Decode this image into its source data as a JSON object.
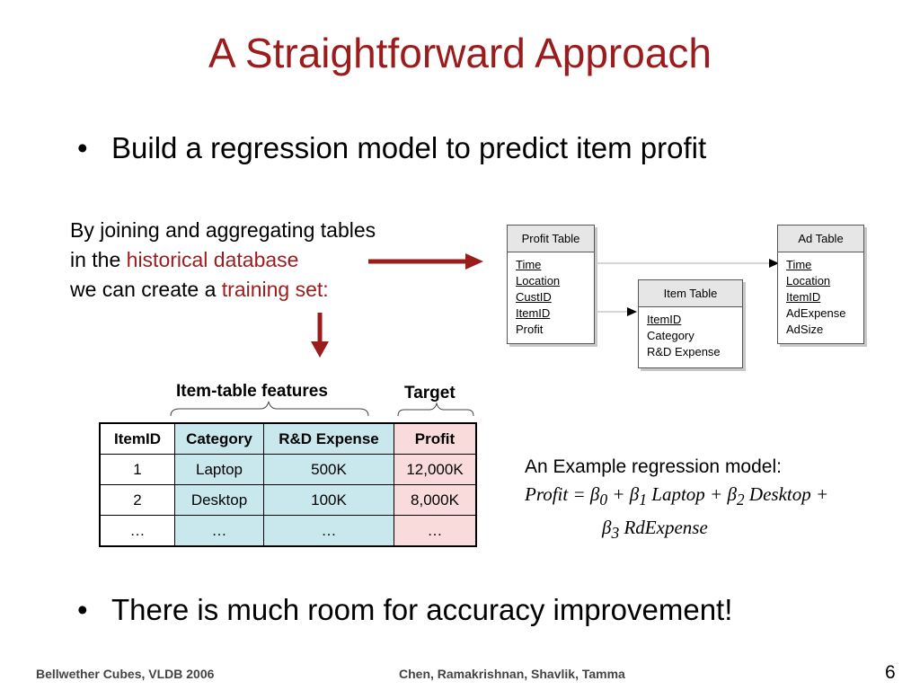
{
  "title": "A Straightforward Approach",
  "bullets": [
    "Build a regression model to predict item profit",
    "There is much room for accuracy improvement!"
  ],
  "bullet_symbol": "•",
  "intro": {
    "line1": "By joining and aggregating tables",
    "line2_prefix": "in the ",
    "line2_highlight": "historical database",
    "line3_prefix": "we can create a ",
    "line3_highlight": "training set:"
  },
  "schema": {
    "profit_table": {
      "title": "Profit Table",
      "fields": [
        {
          "name": "Time",
          "key": true
        },
        {
          "name": "Location",
          "key": true
        },
        {
          "name": "CustID",
          "key": true
        },
        {
          "name": "ItemID",
          "key": true
        },
        {
          "name": "Profit",
          "key": false
        }
      ]
    },
    "item_table": {
      "title": "Item Table",
      "fields": [
        {
          "name": "ItemID",
          "key": true
        },
        {
          "name": "Category",
          "key": false
        },
        {
          "name": "R&D Expense",
          "key": false
        }
      ]
    },
    "ad_table": {
      "title": "Ad Table",
      "fields": [
        {
          "name": "Time",
          "key": true
        },
        {
          "name": "Location",
          "key": true
        },
        {
          "name": "ItemID",
          "key": true
        },
        {
          "name": "AdExpense",
          "key": false
        },
        {
          "name": "AdSize",
          "key": false
        }
      ]
    }
  },
  "labels": {
    "features": "Item-table features",
    "target": "Target"
  },
  "table": {
    "headers": [
      "ItemID",
      "Category",
      "R&D Expense",
      "Profit"
    ],
    "rows": [
      [
        "1",
        "Laptop",
        "500K",
        "12,000K"
      ],
      [
        "2",
        "Desktop",
        "100K",
        "8,000K"
      ],
      [
        "…",
        "…",
        "…",
        "…"
      ]
    ]
  },
  "model": {
    "heading": "An Example regression model:",
    "eq_profit": "Profit",
    "eq_equals": " = ",
    "eq_plus": " + ",
    "beta": "β",
    "sub0": "0",
    "sub1": "1",
    "sub2": "2",
    "sub3": "3",
    "var_laptop": " Laptop",
    "var_desktop": " Desktop",
    "var_rd": " RdExpense"
  },
  "footer": {
    "left": "Bellwether Cubes, VLDB 2006",
    "center": "Chen, Ramakrishnan, Shavlik, Tamma",
    "page": "6"
  },
  "colors": {
    "accent_red": "#9b1c1c",
    "feature_fill": "#c9e8ee",
    "target_fill": "#fadbdb"
  }
}
